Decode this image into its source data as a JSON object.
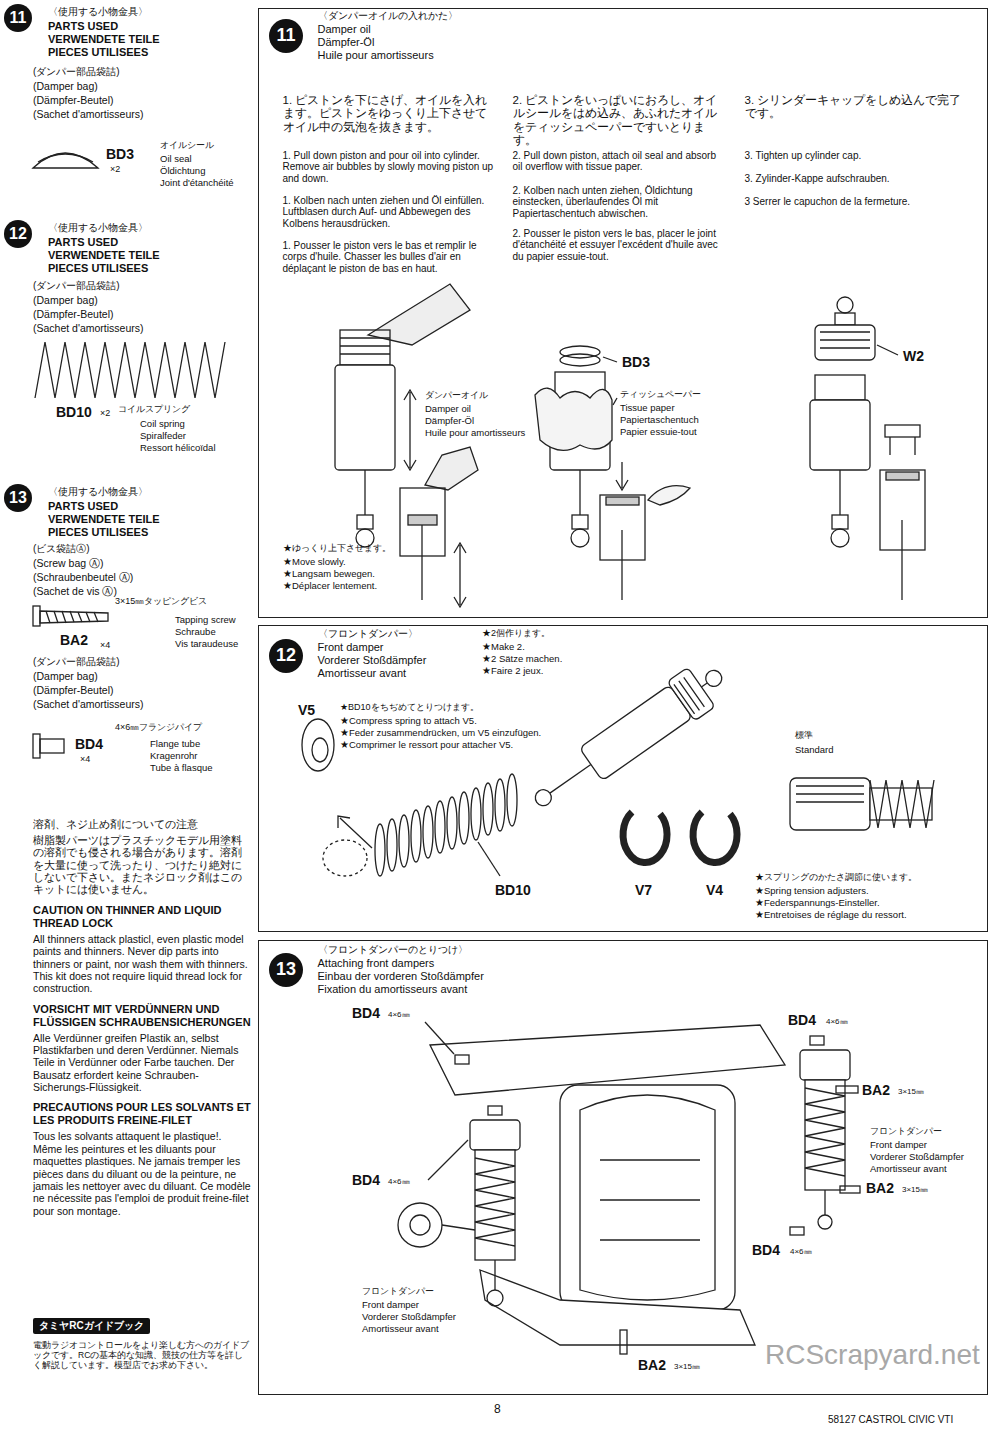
{
  "diagram": {
    "nodes": [
      {
        "text": [
          "11"
        ]
      },
      {
        "text": [
          "12"
        ]
      },
      {
        "text": [
          "13"
        ]
      },
      {
        "text": [
          "〈ダンパーオイルの入れかた〉",
          "Damper oil",
          "Dämpfer-Öl",
          "Huile pour amortisseurs",
          "1. ピストンを下にさげ、オイルを入れます。ピストンをゆっくり上下させてオイル中の気泡を抜きます。",
          "1. Pull down piston and pour oil into cylinder. Remove air bubbles by slowly moving piston up and down.",
          "1. Kolben nach unten ziehen und Öl einfüllen. Luftblasen durch Auf- und Abbewegen des Kolbens herausdrücken.",
          "1. Pousser le piston vers le bas et remplir le corps d'huile. Chasser les bulles d'air en déplaçant le piston de bas en haut.",
          "2. ピストンをいっぱいにおろし、オイルシールをはめ込み、あふれたオイルをティッシュペーパーですいとります。",
          "2. Pull down piston, attach oil seal and absorb oil overflow with tissue paper.",
          "2. Kolben nach unten ziehen, Öldichtung einstecken, überlaufendes Öl mit Papiertaschentuch abwischen.",
          "2. Pousser le piston vers le bas, placer le joint d'étanchéité et essuyer l'excédent d'huile avec du papier essuie-tout.",
          "3. シリンダーキャップをしめ込んで完了です。",
          "3. Tighten up cylinder cap.",
          "3. Zylinder-Kappe aufschrauben.",
          "3 Serrer le capuchon de la fermeture."
        ]
      },
      {
        "text": [
          "11"
        ],
        "in": 3
      },
      {
        "text": [
          "〈フロントダンパー〉",
          "Front damper",
          "Vorderer Stoßdämpfer",
          "Amortisseur avant"
        ]
      },
      {
        "text": [
          "12"
        ],
        "in": 5
      },
      {
        "text": [
          "〈フロントダンパーのとりつけ〉",
          "Attaching front dampers",
          "Einbau der vorderen Stoßdämpfer",
          "Fixation du amortisseurs avant"
        ]
      },
      {
        "text": [
          "13"
        ],
        "in": 7
      },
      {
        "text": [
          "タミヤRCガイドブック"
        ]
      }
    ],
    "labels": [
      "〈使用する小物金具〉",
      "PARTS USED",
      "VERWENDETE TEILE",
      "PIECES UTILISEES",
      "(ダンパー部品袋詰)",
      "(Damper bag)",
      "(Dämpfer-Beutel)",
      "(Sachet d'amortisseurs)",
      "オイルシール",
      "BD3",
      "×2",
      "Oil seal",
      "Öldichtung",
      "Joint d'étanchéité",
      "〈使用する小物金具〉",
      "PARTS USED",
      "VERWENDETE TEILE",
      "PIECES UTILISEES",
      "(ダンパー部品袋詰)",
      "(Damper bag)",
      "(Dämpfer-Beutel)",
      "(Sachet d'amortisseurs)",
      "BD10",
      "×2",
      "コイルスプリング",
      "Coil spring",
      "Spiralfeder",
      "Ressort hélicoïdal",
      "〈使用する小物金具〉",
      "PARTS USED",
      "VERWENDETE TEILE",
      "PIECES UTILISEES",
      "(ビス袋詰Ⓐ)",
      "(Screw bag Ⓐ)",
      "(Schraubenbeutel Ⓐ)",
      "(Sachet de vis Ⓐ)",
      "3×15㎜タッピングビス",
      "Tapping screw",
      "Schraube",
      "Vis taraudeuse",
      "BA2",
      "×4",
      "(ダンパー部品袋詰)",
      "(Damper bag)",
      "(Dämpfer-Beutel)",
      "(Sachet d'amortisseurs)",
      "4×6㎜フランジパイプ",
      "BD4",
      "×4",
      "Flange tube",
      "Kragenrohr",
      "Tube à flasque",
      "溶剤、ネジ止め剤についての注意",
      "樹脂製パーツはプラスチックモデル用塗料の溶剤でも侵される場合があります。溶剤を大量に使って洗ったり、つけたり絶対にしないで下さい。またネジロック剤はこのキットには使いません。",
      "CAUTION ON THINNER AND LIQUID THREAD LOCK",
      "All thinners attack plasticl, even plastic model paints and thinners. Never dip parts into thinners or paint, nor wash them with thinners. This kit does not require liquid thread lock for construction.",
      "VORSICHT MIT VERDÜNNERN UND FLÜSSIGEN SCHRAUBENSICHERUNGEN",
      "Alle Verdünner greifen Plastik an, selbst Plastikfarben und deren Verdünner. Niemals Teile in Verdünner oder Farbe tauchen. Der Bausatz erfordert keine Schrauben-Sicherungs-Flüssigkeit.",
      "PRECAUTIONS POUR LES SOLVANTS ET LES PRODUITS FREINE-FILET",
      "Tous les solvants attaquent le plastique!. Même les peintures et les diluants pour maquettes plastiques. Ne jamais tremper les pièces dans du diluant ou de la peinture, ne jamais les nettoyer avec du diluant. Ce modèle ne nécessite pas l'emploi de produit freine-filet pour son montage.",
      "電動ラジオコントロールをより楽しむ方へのガイドブックです。RCの基本的な知識、競技の仕方等を詳しく解説しています。模型店でお求め下さい。",
      "ダンパーオイル",
      "Damper oil",
      "Dämpfer-Öl",
      "Huile pour amortisseurs",
      "★ゆっくり上下させます。",
      "★Move slowly.",
      "★Langsam bewegen.",
      "★Déplacer lentement.",
      "BD3",
      "ティッシュペーパー",
      "Tissue paper",
      "Papiertaschentuch",
      "Papier essuie-tout",
      "W2",
      "★2個作ります。",
      "★Make 2.",
      "★2 Sätze machen.",
      "★Faire 2 jeux.",
      "V5",
      "★BD10をちぢめてとりつけます。",
      "★Compress spring to attach V5.",
      "★Feder zusammendrücken, um V5 einzufügen.",
      "★Comprimer le ressort pour attacher V5.",
      "BD10",
      "V7",
      "V4",
      "標準",
      "Standard",
      "★スプリングのかたさ調節に使います。",
      "★Spring tension adjusters.",
      "★Federspannungs-Einsteller.",
      "★Entretoises de réglage du ressort.",
      "BD4",
      "4×6㎜",
      "BD4",
      "4×6㎜",
      "BA2",
      "3×15㎜",
      "フロントダンパー",
      "Front damper",
      "Vorderer Stoßdämpfer",
      "Amortisseur avant",
      "BD4",
      "4×6㎜",
      "BA2",
      "3×15㎜",
      "BD4",
      "4×6㎜",
      "フロントダンパー",
      "Front damper",
      "Vorderer Stoßdämpfer",
      "Amortisseur avant",
      "BA2",
      "3×15㎜",
      "8",
      "58127 CASTROL CIVIC VTI",
      "RCScrapyard.net"
    ]
  }
}
